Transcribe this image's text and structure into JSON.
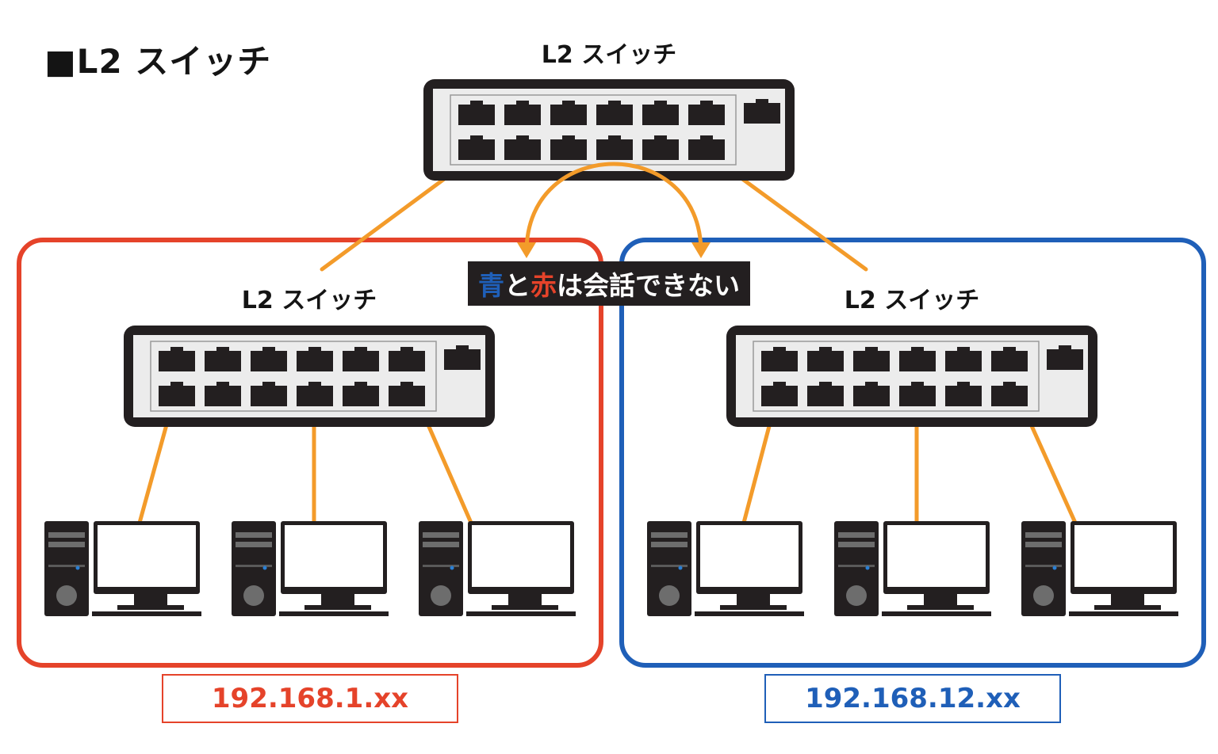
{
  "title": "■L2 スイッチ",
  "switches": {
    "top": {
      "label": "L2 スイッチ"
    },
    "left": {
      "label": "L2 スイッチ"
    },
    "right": {
      "label": "L2 スイッチ"
    }
  },
  "note": {
    "part1": "青",
    "part2": "と",
    "part3": "赤",
    "part4": "は会話できない"
  },
  "subnets": {
    "red": "192.168.1.xx",
    "blue": "192.168.12.xx"
  },
  "colors": {
    "red": "#e5432a",
    "blue": "#1f5fb8",
    "cable": "#f39b2a",
    "device": "#231f20",
    "panel": "#ececec"
  }
}
